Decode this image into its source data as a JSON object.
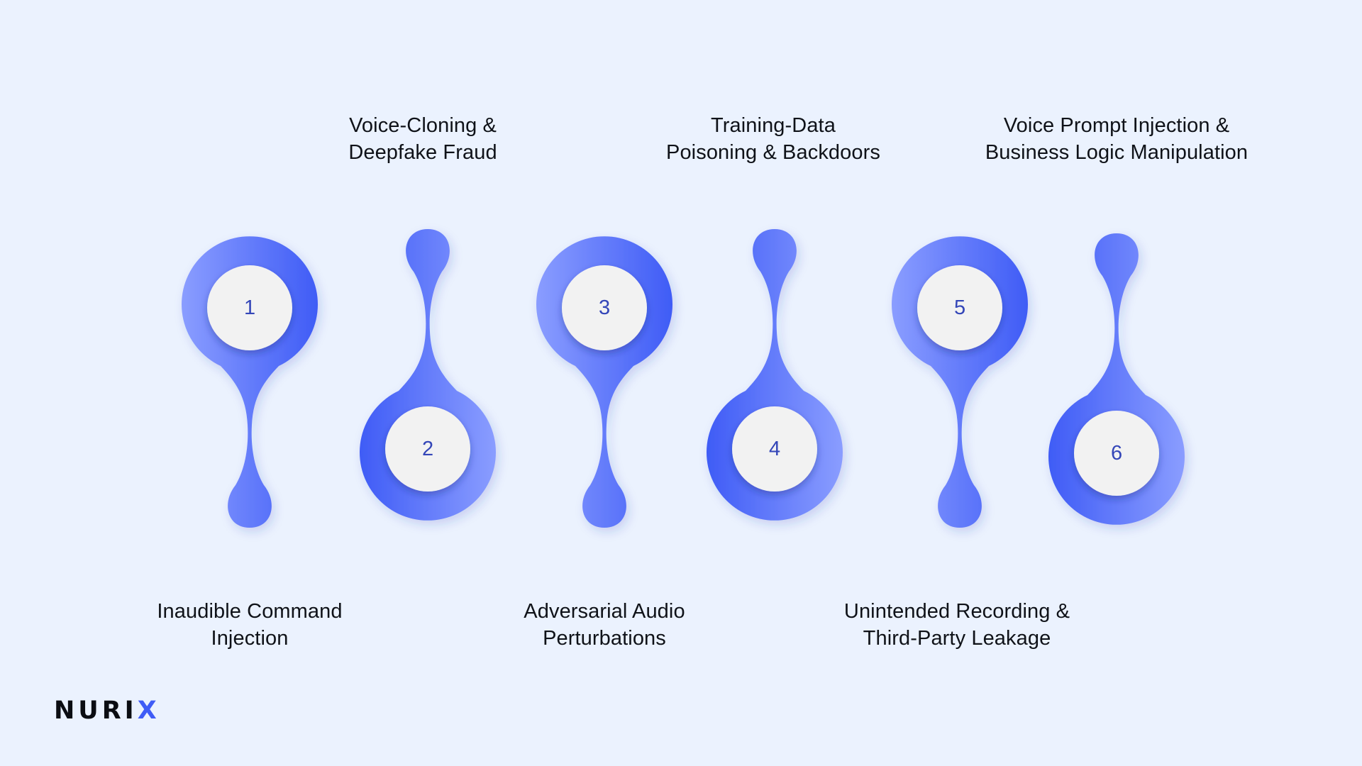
{
  "steps": [
    {
      "number": "1",
      "label_lines": [
        "Inaudible Command",
        "Injection"
      ],
      "label_position": "below"
    },
    {
      "number": "2",
      "label_lines": [
        "Voice-Cloning &",
        "Deepfake Fraud"
      ],
      "label_position": "above"
    },
    {
      "number": "3",
      "label_lines": [
        "Adversarial Audio",
        "Perturbations"
      ],
      "label_position": "below"
    },
    {
      "number": "4",
      "label_lines": [
        "Training-Data",
        "Poisoning & Backdoors"
      ],
      "label_position": "above"
    },
    {
      "number": "5",
      "label_lines": [
        "Unintended Recording &",
        "Third-Party Leakage"
      ],
      "label_position": "below"
    },
    {
      "number": "6",
      "label_lines": [
        "Voice Prompt Injection &",
        "Business Logic Manipulation"
      ],
      "label_position": "above"
    }
  ],
  "logo": {
    "text_main": "NURI",
    "text_accent": "X"
  },
  "colors": {
    "background": "#ebf2fe",
    "shape_light": "#8a9dff",
    "shape_dark": "#3f5cf6",
    "number_text": "#3446b8",
    "inner_circle": "#f2f2f2",
    "label_text": "#0f1218"
  }
}
